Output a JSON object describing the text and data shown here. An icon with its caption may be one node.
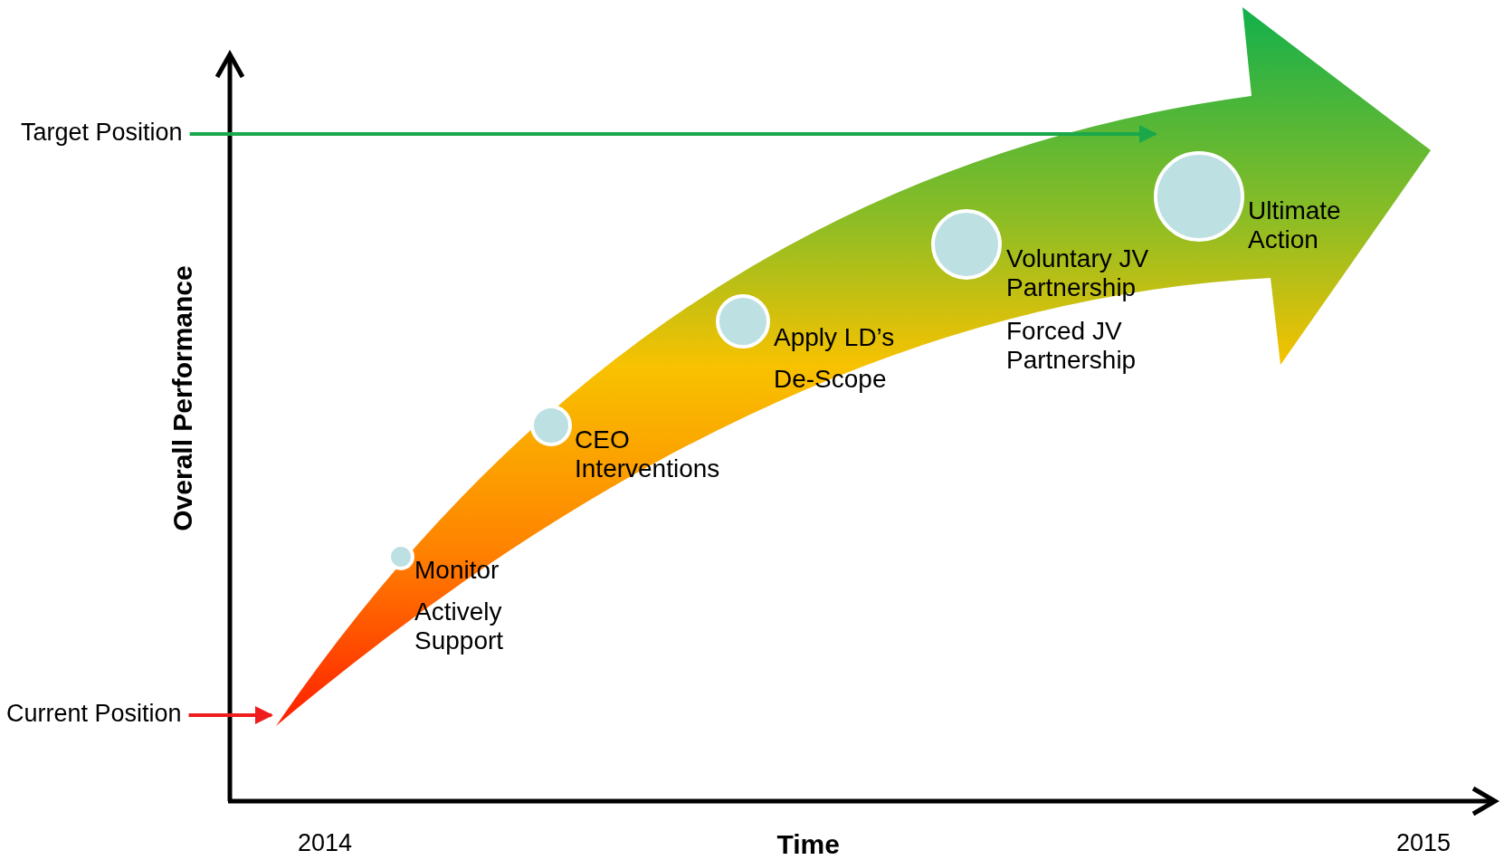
{
  "diagram": {
    "nodes": [
      {
        "text": [
          "Target Position"
        ]
      },
      {
        "text": [
          "Current Position"
        ]
      },
      {
        "text": [],
        "shape": "arrow"
      },
      {
        "text": [],
        "shape": "circle",
        "in": 2,
        "beside": [
          "Monitor",
          "Actively Support"
        ]
      },
      {
        "text": [],
        "shape": "circle",
        "in": 2,
        "beside": [
          "CEO Interventions"
        ]
      },
      {
        "text": [],
        "shape": "circle",
        "in": 2,
        "beside": [
          "Apply LD’s",
          "De-Scope"
        ]
      },
      {
        "text": [],
        "shape": "circle",
        "in": 2,
        "beside": [
          "Voluntary JV Partnership",
          "Forced JV Partnership"
        ]
      },
      {
        "text": [],
        "shape": "circle",
        "in": 2,
        "beside": [
          "Ultimate Action"
        ]
      }
    ],
    "edges": [
      {
        "from": 0,
        "to": 7,
        "arrow": "to",
        "color": "#1aa84a"
      },
      {
        "from": 1,
        "to": 2,
        "arrow": "to",
        "color": "#ee1c1c"
      }
    ],
    "labels": [
      "Overall Performance",
      "2014",
      "Time",
      "2015"
    ]
  }
}
